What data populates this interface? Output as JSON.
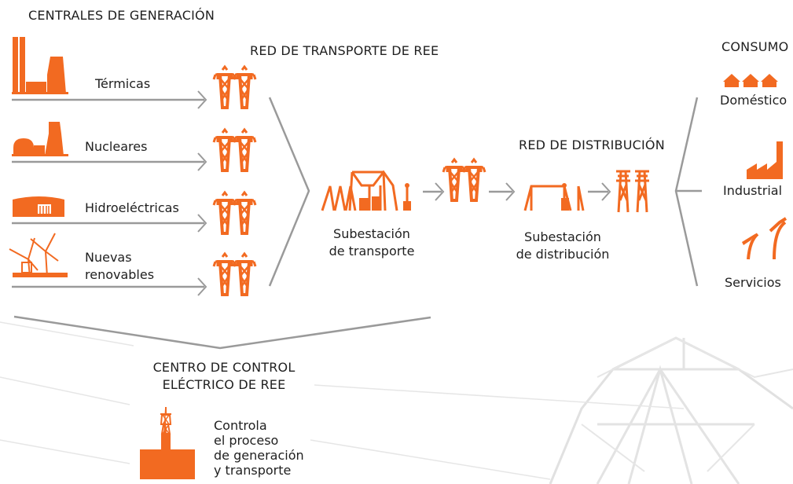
{
  "colors": {
    "accent": "#f26a21",
    "line": "#9a9a9a",
    "text": "#1f1f1f",
    "watermark": "#d9d9d9"
  },
  "headers": {
    "generation": "CENTRALES DE GENERACIÓN",
    "transport": "RED DE TRANSPORTE DE REE",
    "distribution": "RED DE DISTRIBUCIÓN",
    "consumption": "CONSUMO",
    "control_line1": "CENTRO DE CONTROL",
    "control_line2": "ELÉCTRICO DE REE"
  },
  "generation_plants": [
    {
      "label": "Térmicas",
      "icon": "thermal-plant-icon"
    },
    {
      "label": "Nucleares",
      "icon": "nuclear-plant-icon"
    },
    {
      "label": "Hidroeléctricas",
      "icon": "hydro-plant-icon"
    },
    {
      "label_line1": "Nuevas",
      "label_line2": "renovables",
      "icon": "wind-turbine-icon"
    }
  ],
  "substations": {
    "transport_line1": "Subestación",
    "transport_line2": "de transporte",
    "distribution_line1": "Subestación",
    "distribution_line2": "de distribución"
  },
  "consumers": [
    {
      "label": "Doméstico",
      "icon": "houses-icon"
    },
    {
      "label": "Industrial",
      "icon": "factory-icon"
    },
    {
      "label": "Servicios",
      "icon": "streetlight-icon"
    }
  ],
  "control": {
    "line1": "Controla",
    "line2": "el proceso",
    "line3": "de generación",
    "line4": "y transporte",
    "icon": "control-tower-icon"
  }
}
